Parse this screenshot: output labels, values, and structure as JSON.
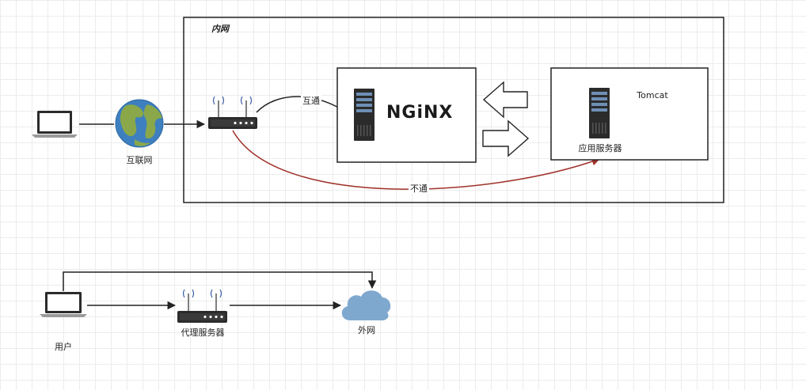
{
  "intranet": {
    "label": "内网"
  },
  "internet": {
    "label": "互联网"
  },
  "nginx": {
    "logo": "NGiNX"
  },
  "app_server": {
    "title": "Tomcat",
    "label": "应用服务器"
  },
  "links": {
    "reachable": "互通",
    "unreachable": "不通"
  },
  "proxy": {
    "user_label": "用户",
    "proxy_label": "代理服务器",
    "extranet_label": "外网"
  },
  "colors": {
    "unreachable_line": "#a0322a",
    "line": "#222222",
    "cloud": "#7fa8cf",
    "globe_ocean": "#3d7fbf",
    "globe_land": "#8aa84a"
  },
  "icons": [
    "laptop-icon",
    "globe-icon",
    "router-icon",
    "server-icon",
    "cloud-icon",
    "arrow-left-icon",
    "arrow-right-icon"
  ]
}
